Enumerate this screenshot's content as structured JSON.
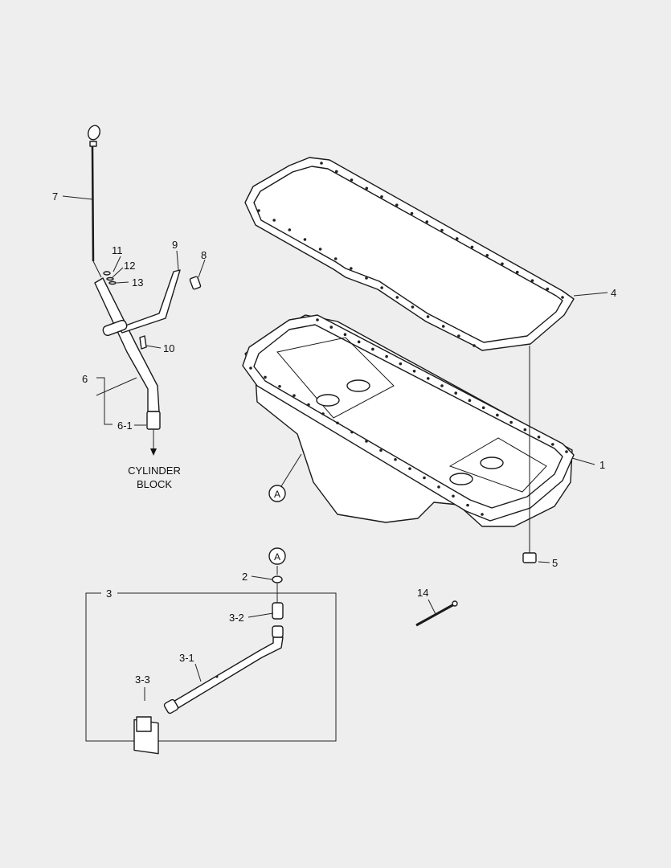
{
  "callouts": {
    "p1": "1",
    "p2": "2",
    "p3": "3",
    "p3_1": "3-1",
    "p3_2": "3-2",
    "p3_3": "3-3",
    "p4": "4",
    "p5": "5",
    "p6": "6",
    "p6_1": "6-1",
    "p7": "7",
    "p8": "8",
    "p9": "9",
    "p10": "10",
    "p11": "11",
    "p12": "12",
    "p13": "13",
    "p14": "14"
  },
  "reference_marks": {
    "a_top": "A",
    "a_bottom": "A"
  },
  "annotation": {
    "line1": "CYLINDER",
    "line2": "BLOCK"
  },
  "colors": {
    "background": "#eeeeee",
    "line": "#1a1a1a"
  }
}
